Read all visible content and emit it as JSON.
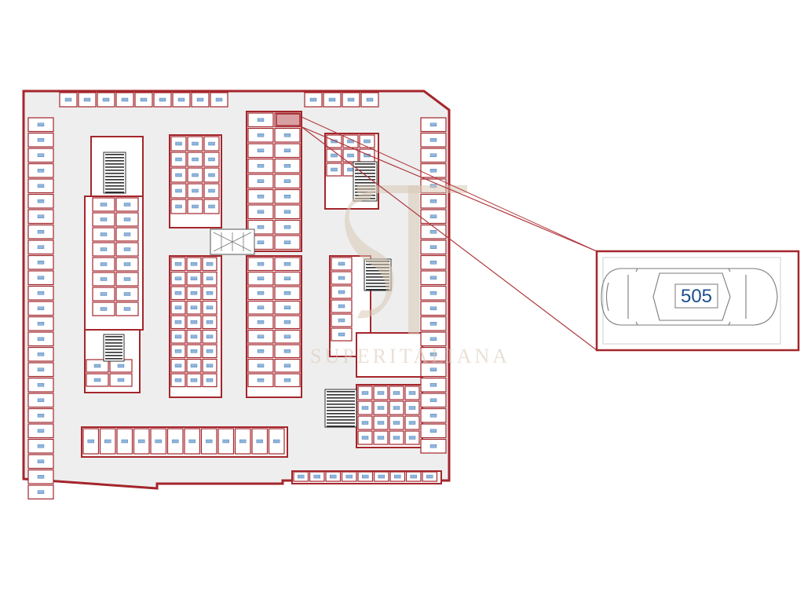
{
  "plan": {
    "highlighted_spot_number": "505",
    "colors": {
      "wall": "#a4262c",
      "floor": "#eeeeee",
      "spot_tag": "#8fb6de",
      "stairs": "#2e2e2e",
      "watermark": "#d9c8b7"
    },
    "icons": [
      "car-icon",
      "stair-icon",
      "watermark-logo"
    ],
    "watermark_text": "SUPERITALIANA"
  }
}
